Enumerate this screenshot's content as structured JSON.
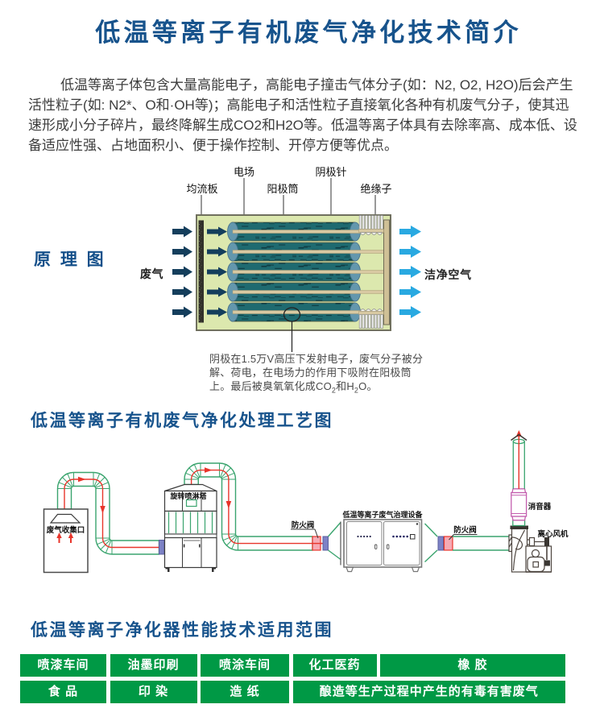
{
  "title": "低温等离子有机废气净化技术简介",
  "intro": {
    "line1": "低温等离子体包含大量高能电子，高能电子撞击气体分子(如：N2, O2, H2O)后会产生",
    "line2": "活性粒子(如: N2*、O和·OH等)；高能电子和活性粒子直接氧化各种有机废气分子，使其迅",
    "line3": "速形成小分子碎片，最终降解生成CO2和H2O等。低温等离子体具有去除率高、成本低、设",
    "line4": "备适应性强、占地面积小、便于操作控制、开停方便等优点。"
  },
  "principle": {
    "section_label": "原 理 图",
    "inlet_label": "废气",
    "outlet_label": "洁净空气",
    "labels": {
      "flow_plate": "均流板",
      "electric_field": "电场",
      "anode_tube": "阳极筒",
      "cathode_needle": "阴极针",
      "insulator": "绝缘子"
    },
    "caption_line1": "阴极在1.5万V高压下发射电子，废气分子被分",
    "caption_line2": "解、荷电，在电场力的作用下吸附在阳极筒",
    "caption_line3_a": "上。最后被臭氧氧化成CO",
    "caption_line3_b": "和H",
    "caption_line3_c": "O。",
    "caption_sub": "2",
    "colors": {
      "inlet_arrows": "#143e5c",
      "outlet_arrows": "#29a9e1",
      "chamber_fill": "#dce8ae",
      "anode_tube": "#1e6a70",
      "tube_cap": "#6397ad",
      "rod": "#d8c9a2"
    }
  },
  "process": {
    "section_title": "低温等离子有机废气净化处理工艺图",
    "labels": {
      "collector": "废气收集口",
      "spray_tower": "旋转喷淋塔",
      "fire_damper_1": "防火阀",
      "plasma_unit": "低温等离子废气治理设备",
      "fire_damper_2": "防火阀",
      "silencer": "消音器",
      "fan": "离心风机"
    },
    "colors": {
      "pipe": "#3aa46e",
      "flow_line": "#e8352b",
      "flange": "#7d82c6",
      "damper": "#f6aab4",
      "silencer": "#c45fae"
    }
  },
  "application": {
    "section_title": "低温等离子净化器性能技术适用范围",
    "cell_color": "#009945",
    "row1": {
      "c1": "喷漆车间",
      "c2": "油墨印刷",
      "c3": "喷涂车间",
      "c4": "化工医药",
      "c5": "橡  胶"
    },
    "row2": {
      "c1": "食  品",
      "c2": "印  染",
      "c3": "造  纸",
      "c4": "酿造等生产过程中产生的有毒有害废气"
    }
  }
}
